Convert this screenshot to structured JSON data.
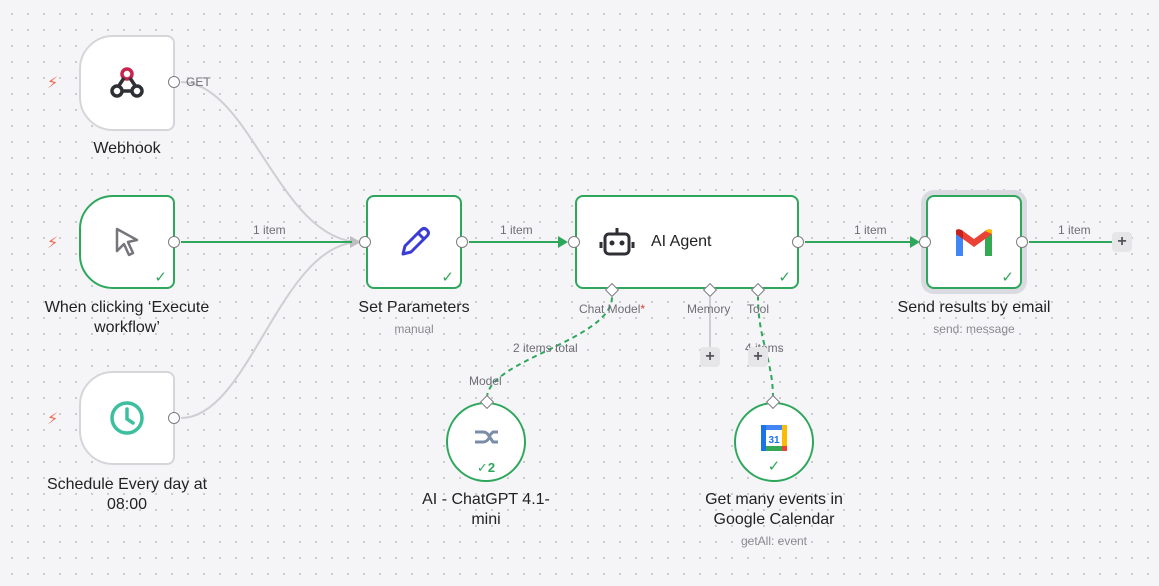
{
  "nodes": {
    "webhook": {
      "label": "Webhook",
      "method": "GET"
    },
    "manual_trigger": {
      "label": "When clicking ‘Execute workflow’"
    },
    "schedule": {
      "label": "Schedule Every day at 08:00"
    },
    "set_params": {
      "label": "Set Parameters",
      "subtitle": "manual"
    },
    "ai_agent": {
      "label": "AI Agent",
      "chat_model_port": "Chat Model",
      "required_mark": "*",
      "memory_port": "Memory",
      "tool_port": "Tool"
    },
    "gmail": {
      "label": "Send results by email",
      "subtitle": "send: message"
    },
    "chatgpt": {
      "label": "AI - ChatGPT 4.1-mini",
      "port": "Model",
      "badge": "2"
    },
    "calendar": {
      "label": "Get many events in Google Calendar",
      "subtitle": "getAll: event",
      "icon_text": "31"
    }
  },
  "edges": {
    "trigger_to_set": "1 item",
    "set_to_agent": "1 item",
    "agent_to_gmail": "1 item",
    "gmail_out": "1 item",
    "model_total": "2 items total",
    "tool_items": "4 items"
  },
  "plus_symbol": "+",
  "check_symbol": "✓",
  "colors": {
    "success": "#2ea75c",
    "trigger_bolt": "#f26b50",
    "edge": "#c8c8cc",
    "webhook": "#c7254e",
    "schedule": "#3cbf9e",
    "pencil": "#3b3bd6"
  }
}
